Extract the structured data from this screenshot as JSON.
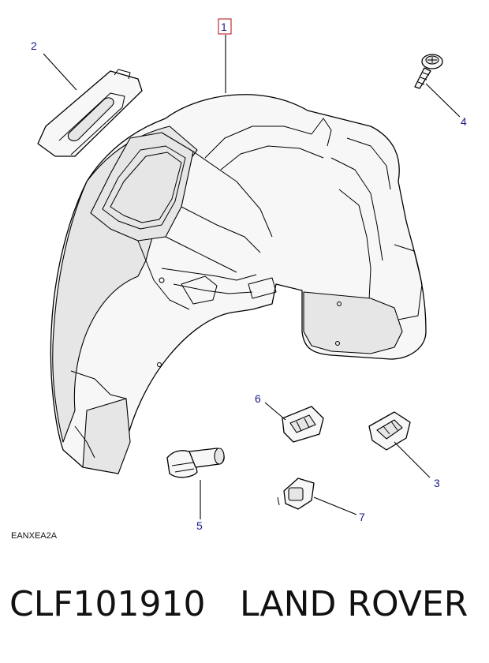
{
  "diagram": {
    "drawing_code": "EANXEA2A",
    "callouts": [
      {
        "id": "1",
        "label": "1"
      },
      {
        "id": "2",
        "label": "2"
      },
      {
        "id": "3",
        "label": "3"
      },
      {
        "id": "4",
        "label": "4"
      },
      {
        "id": "5",
        "label": "5"
      },
      {
        "id": "6",
        "label": "6"
      },
      {
        "id": "7",
        "label": "7"
      }
    ]
  },
  "footer": {
    "part_number": "CLF101910",
    "brand": "LAND ROVER"
  },
  "colors": {
    "callout_text": "#1a1a8c",
    "callout_box": "#c0303a",
    "line_art": "#000000"
  }
}
